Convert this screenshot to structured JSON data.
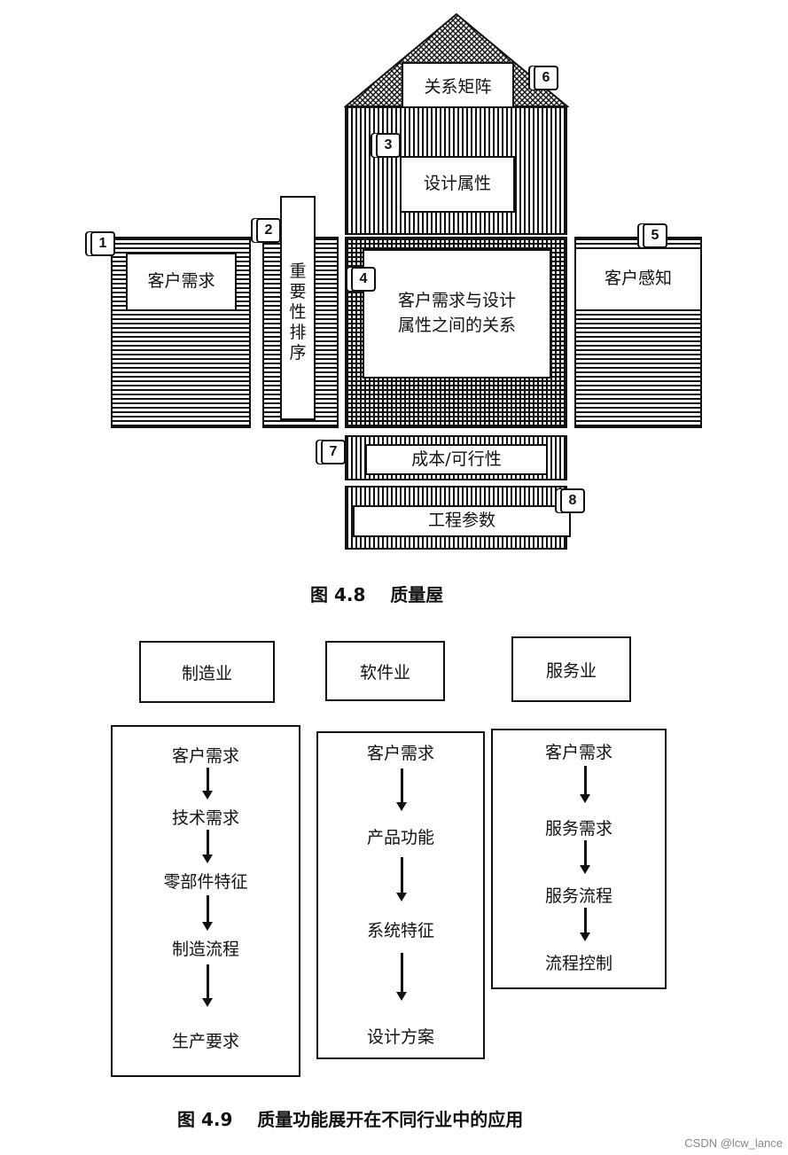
{
  "figure_4_8": {
    "roof_label": "关系矩阵",
    "design_attributes": "设计属性",
    "customer_needs": "客户需求",
    "importance_ranking": [
      "重",
      "要",
      "性",
      "排",
      "序"
    ],
    "relationship_line1": "客户需求与设计",
    "relationship_line2": "属性之间的关系",
    "customer_perception": "客户感知",
    "cost_feasibility": "成本/可行性",
    "engineering_params": "工程参数",
    "badges": {
      "b1": "1",
      "b2": "2",
      "b3": "3",
      "b4": "4",
      "b5": "5",
      "b6": "6",
      "b7": "7",
      "b8": "8"
    },
    "caption": "图 4.8    质量屋"
  },
  "figure_4_9": {
    "industries": [
      {
        "name": "制造业",
        "steps": [
          "客户需求",
          "技术需求",
          "零部件特征",
          "制造流程",
          "生产要求"
        ]
      },
      {
        "name": "软件业",
        "steps": [
          "客户需求",
          "产品功能",
          "系统特征",
          "设计方案"
        ]
      },
      {
        "name": "服务业",
        "steps": [
          "客户需求",
          "服务需求",
          "服务流程",
          "流程控制"
        ]
      }
    ],
    "caption": "图 4.9    质量功能展开在不同行业中的应用"
  },
  "watermark": "CSDN @lcw_lance"
}
